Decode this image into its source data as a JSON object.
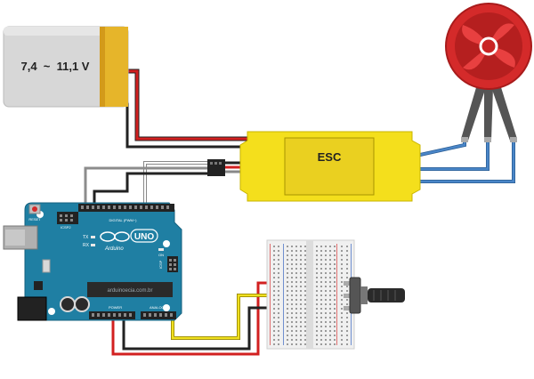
{
  "battery": {
    "label": "7,4  ~  11,1 V"
  },
  "esc": {
    "label": "ESC"
  },
  "arduino": {
    "reset_label": "RESET",
    "icsp2_label": "ICSP2",
    "digital_label": "DIGITAL (PWM~)",
    "tx_label": "TX",
    "rx_label": "RX",
    "brand_label": "Arduino",
    "model_label": "UNO",
    "on_label": "ON",
    "icsp_label": "ICSP",
    "watermark": "arduinoecia.com.br",
    "power_label": "POWER",
    "analog_label": "ANALOG IN"
  },
  "colors": {
    "battery_body": "#d7d7d7",
    "battery_cap": "#e6b52a",
    "esc_body": "#f4df1c",
    "arduino_board": "#1f7fa3",
    "motor": "#d42a2a",
    "wire_red": "#d22020",
    "wire_black": "#222222",
    "wire_gray": "#8c8c8c",
    "wire_white": "#ffffff",
    "wire_blue": "#4a86c8",
    "wire_yellow": "#f0e020"
  }
}
